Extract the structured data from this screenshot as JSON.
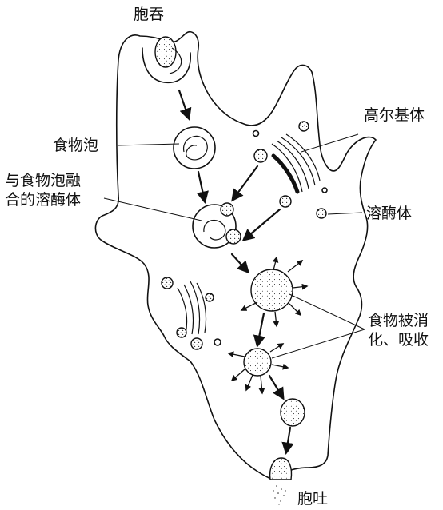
{
  "labels": {
    "phagocytosis": "胞吞",
    "food_vacuole": "食物泡",
    "lysosome_fused_1": "与食物泡融",
    "lysosome_fused_2": "合的溶酶体",
    "golgi": "高尔基体",
    "lysosome": "溶酶体",
    "digested_1": "食物被消",
    "digested_2": "化、吸收",
    "exocytosis": "胞吐"
  }
}
